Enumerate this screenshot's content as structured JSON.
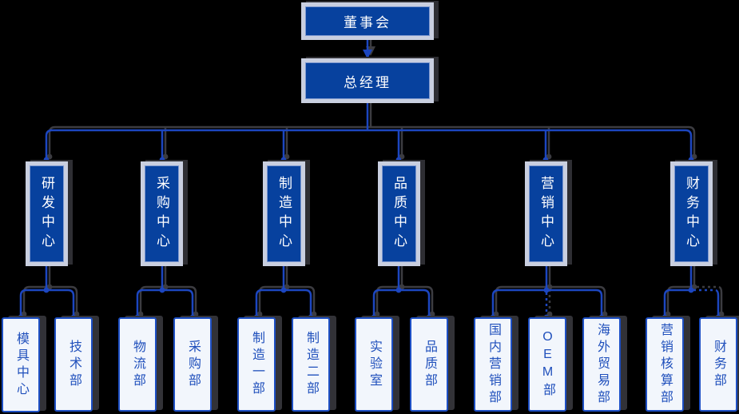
{
  "org": {
    "board": {
      "label": "董事会"
    },
    "gm": {
      "label": "总经理"
    },
    "centers": [
      {
        "label": "研发中心",
        "children": [
          {
            "label": "模具中心"
          },
          {
            "label": "技术部"
          }
        ]
      },
      {
        "label": "采购中心",
        "children": [
          {
            "label": "物流部"
          },
          {
            "label": "采购部"
          }
        ]
      },
      {
        "label": "制造中心",
        "children": [
          {
            "label": "制造一部"
          },
          {
            "label": "制造二部"
          }
        ]
      },
      {
        "label": "品质中心",
        "children": [
          {
            "label": "实验室"
          },
          {
            "label": "品质部"
          }
        ]
      },
      {
        "label": "营销中心",
        "children": [
          {
            "label": "国内营销部"
          },
          {
            "label": "OEM部"
          },
          {
            "label": "海外贸易部"
          }
        ]
      },
      {
        "label": "财务中心",
        "children": [
          {
            "label": "营销核算部"
          },
          {
            "label": "财务部"
          }
        ]
      }
    ],
    "colors": {
      "background": "#000000",
      "node_fill": "#07419e",
      "node_frame": "#c9cfe0",
      "node_text": "#ffffff",
      "connector": "#1c46c0",
      "connector_shadow": "#3c3c41",
      "leaf_fill": "#f2f6fc",
      "leaf_border": "#1d4fc4",
      "leaf_text": "#2050bc"
    }
  }
}
